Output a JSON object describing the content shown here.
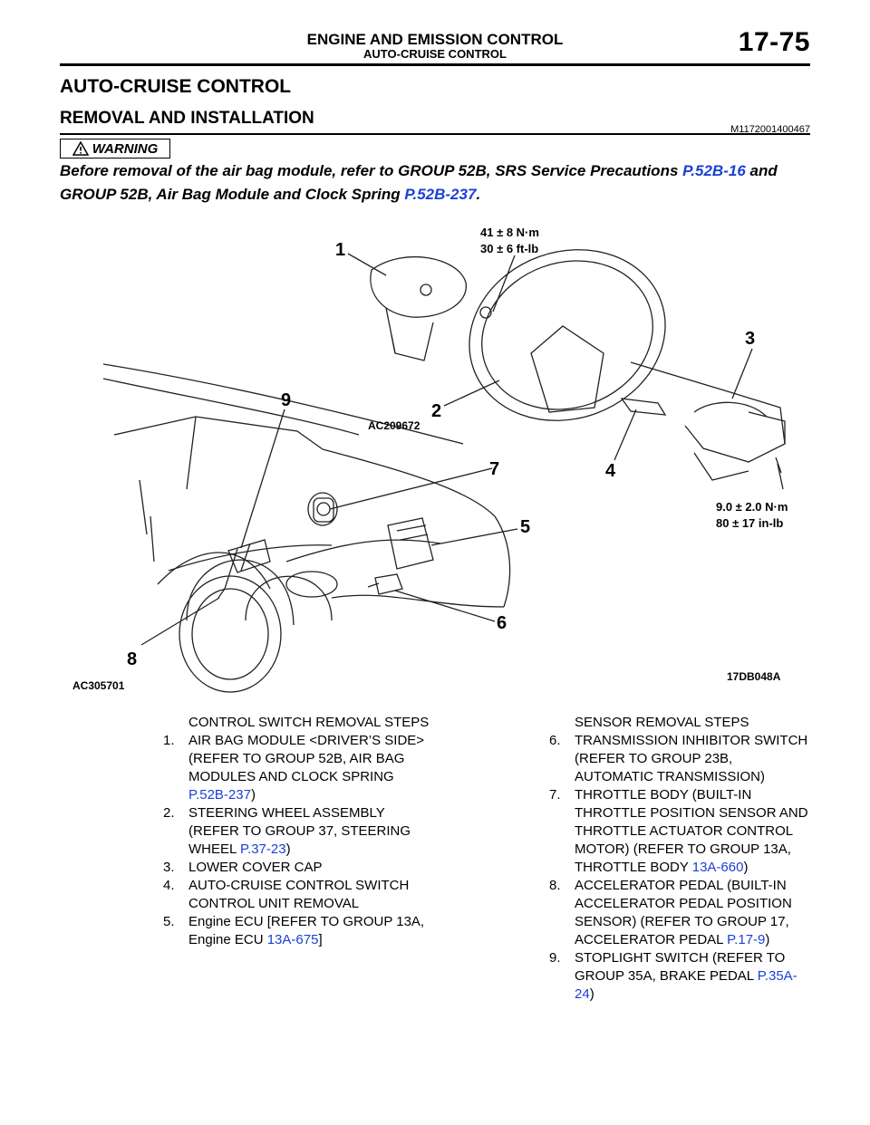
{
  "header": {
    "main_title": "ENGINE AND EMISSION CONTROL",
    "sub_title": "AUTO-CRUISE CONTROL",
    "page_number": "17-75"
  },
  "section": {
    "title": "AUTO-CRUISE CONTROL",
    "subtitle": "REMOVAL AND INSTALLATION",
    "doc_id": "M1172001400467"
  },
  "warning": {
    "label": "WARNING",
    "text_1": "Before removal of the air bag module, refer to GROUP 52B, SRS Service Precautions ",
    "link_1": "P.52B-16",
    "text_2": " and GROUP 52B, Air Bag Module and Clock Spring ",
    "link_2": "P.52B-237",
    "text_3": "."
  },
  "diagram": {
    "callouts": [
      "1",
      "2",
      "3",
      "4",
      "5",
      "6",
      "7",
      "8",
      "9"
    ],
    "torque_top_line1": "41 ± 8 N·m",
    "torque_top_line2": "30 ± 6 ft-lb",
    "torque_bottom_line1": "9.0 ± 2.0 N·m",
    "torque_bottom_line2": "80 ± 17 in-lb",
    "ref_inner": "AC209672",
    "ref_outer": "AC305701",
    "ref_fig": "17DB048A"
  },
  "left_column": {
    "group1_title": "CONTROL SWITCH REMOVAL STEPS",
    "items": [
      {
        "num": "1.",
        "text": "AIR BAG MODULE <DRIVER’S SIDE> (REFER TO GROUP 52B, AIR BAG MODULES AND CLOCK SPRING ",
        "link": "P.52B-237",
        "tail": ")"
      },
      {
        "num": "2.",
        "text": "STEERING WHEEL ASSEMBLY (REFER TO GROUP 37, STEERING WHEEL ",
        "link": "P.37-23",
        "tail": ")"
      },
      {
        "num": "3.",
        "text": "LOWER COVER CAP",
        "link": "",
        "tail": ""
      },
      {
        "num": "4.",
        "text": "AUTO-CRUISE CONTROL SWITCH",
        "link": "",
        "tail": ""
      }
    ],
    "group2_title": "CONTROL UNIT REMOVAL",
    "items2": [
      {
        "num": "5.",
        "text": " Engine ECU [REFER TO GROUP 13A,  Engine ECU ",
        "link": "13A-675",
        "tail": "]"
      }
    ]
  },
  "right_column": {
    "group_title": "SENSOR REMOVAL STEPS",
    "items": [
      {
        "num": "6.",
        "text": "TRANSMISSION INHIBITOR SWITCH (REFER TO GROUP 23B, AUTOMATIC TRANSMISSION)",
        "link": "",
        "tail": ""
      },
      {
        "num": "7.",
        "text": "THROTTLE BODY (BUILT-IN THROTTLE POSITION SENSOR AND THROTTLE ACTUATOR CONTROL MOTOR) (REFER TO GROUP 13A, THROTTLE BODY ",
        "link": "13A-660",
        "tail": ")"
      },
      {
        "num": "8.",
        "text": "ACCELERATOR PEDAL (BUILT-IN ACCELERATOR PEDAL POSITION SENSOR) (REFER TO GROUP 17, ACCELERATOR PEDAL ",
        "link": "P.17-9",
        "tail": ")"
      },
      {
        "num": "9.",
        "text": "STOPLIGHT SWITCH (REFER TO GROUP 35A, BRAKE PEDAL ",
        "link": "P.35A-24",
        "tail": ")"
      }
    ]
  }
}
